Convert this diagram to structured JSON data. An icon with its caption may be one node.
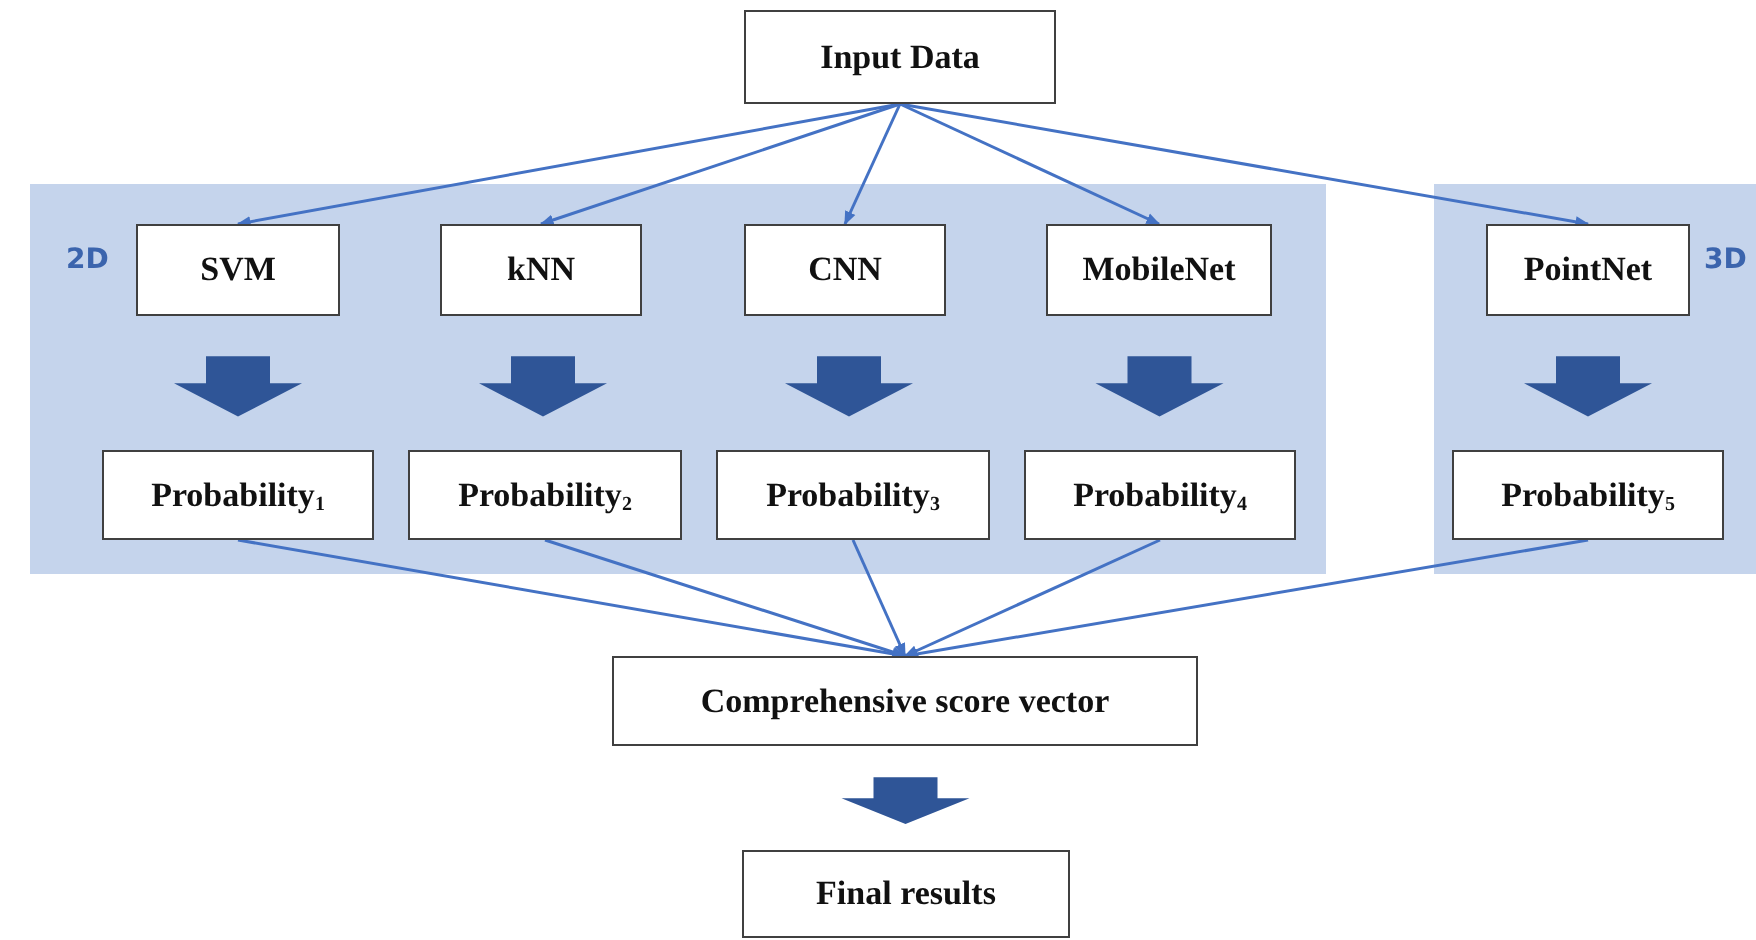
{
  "diagram": {
    "nodes": [
      {
        "text": [
          "Input Data"
        ]
      },
      {
        "text": [
          "2D"
        ]
      },
      {
        "text": [
          "SVM"
        ],
        "in": 1
      },
      {
        "text": [
          "kNN"
        ],
        "in": 1
      },
      {
        "text": [
          "CNN"
        ],
        "in": 1
      },
      {
        "text": [
          "MobileNet"
        ],
        "in": 1
      },
      {
        "text": [
          "Probability$_{1}$"
        ],
        "in": 1
      },
      {
        "text": [
          "Probability$_{2}$"
        ],
        "in": 1
      },
      {
        "text": [
          "Probability$_{3}$"
        ],
        "in": 1
      },
      {
        "text": [
          "Probability$_{4}$"
        ],
        "in": 1
      },
      {
        "text": [
          "3D"
        ]
      },
      {
        "text": [
          "PointNet"
        ],
        "in": 10
      },
      {
        "text": [
          "Probability$_{5}$"
        ],
        "in": 10
      },
      {
        "text": [
          "Comprehensive score vector"
        ]
      },
      {
        "text": [
          "Final results"
        ]
      }
    ],
    "edges": [
      {
        "from": 0,
        "to": 2,
        "arrow": "to"
      },
      {
        "from": 0,
        "to": 3,
        "arrow": "to"
      },
      {
        "from": 0,
        "to": 4,
        "arrow": "to"
      },
      {
        "from": 0,
        "to": 5,
        "arrow": "to"
      },
      {
        "from": 0,
        "to": 11,
        "arrow": "to"
      },
      {
        "from": 2,
        "to": 6,
        "arrow": "to",
        "style": "thick",
        "color": "#2f5597"
      },
      {
        "from": 3,
        "to": 7,
        "arrow": "to",
        "style": "thick",
        "color": "#2f5597"
      },
      {
        "from": 4,
        "to": 8,
        "arrow": "to",
        "style": "thick",
        "color": "#2f5597"
      },
      {
        "from": 5,
        "to": 9,
        "arrow": "to",
        "style": "thick",
        "color": "#2f5597"
      },
      {
        "from": 11,
        "to": 12,
        "arrow": "to",
        "style": "thick",
        "color": "#2f5597"
      },
      {
        "from": 6,
        "to": 13,
        "arrow": "to"
      },
      {
        "from": 7,
        "to": 13,
        "arrow": "to"
      },
      {
        "from": 8,
        "to": 13,
        "arrow": "to"
      },
      {
        "from": 9,
        "to": 13,
        "arrow": "to"
      },
      {
        "from": 12,
        "to": 13,
        "arrow": "to"
      },
      {
        "from": 13,
        "to": 14,
        "arrow": "to",
        "style": "thick",
        "color": "#2f5597"
      }
    ]
  }
}
